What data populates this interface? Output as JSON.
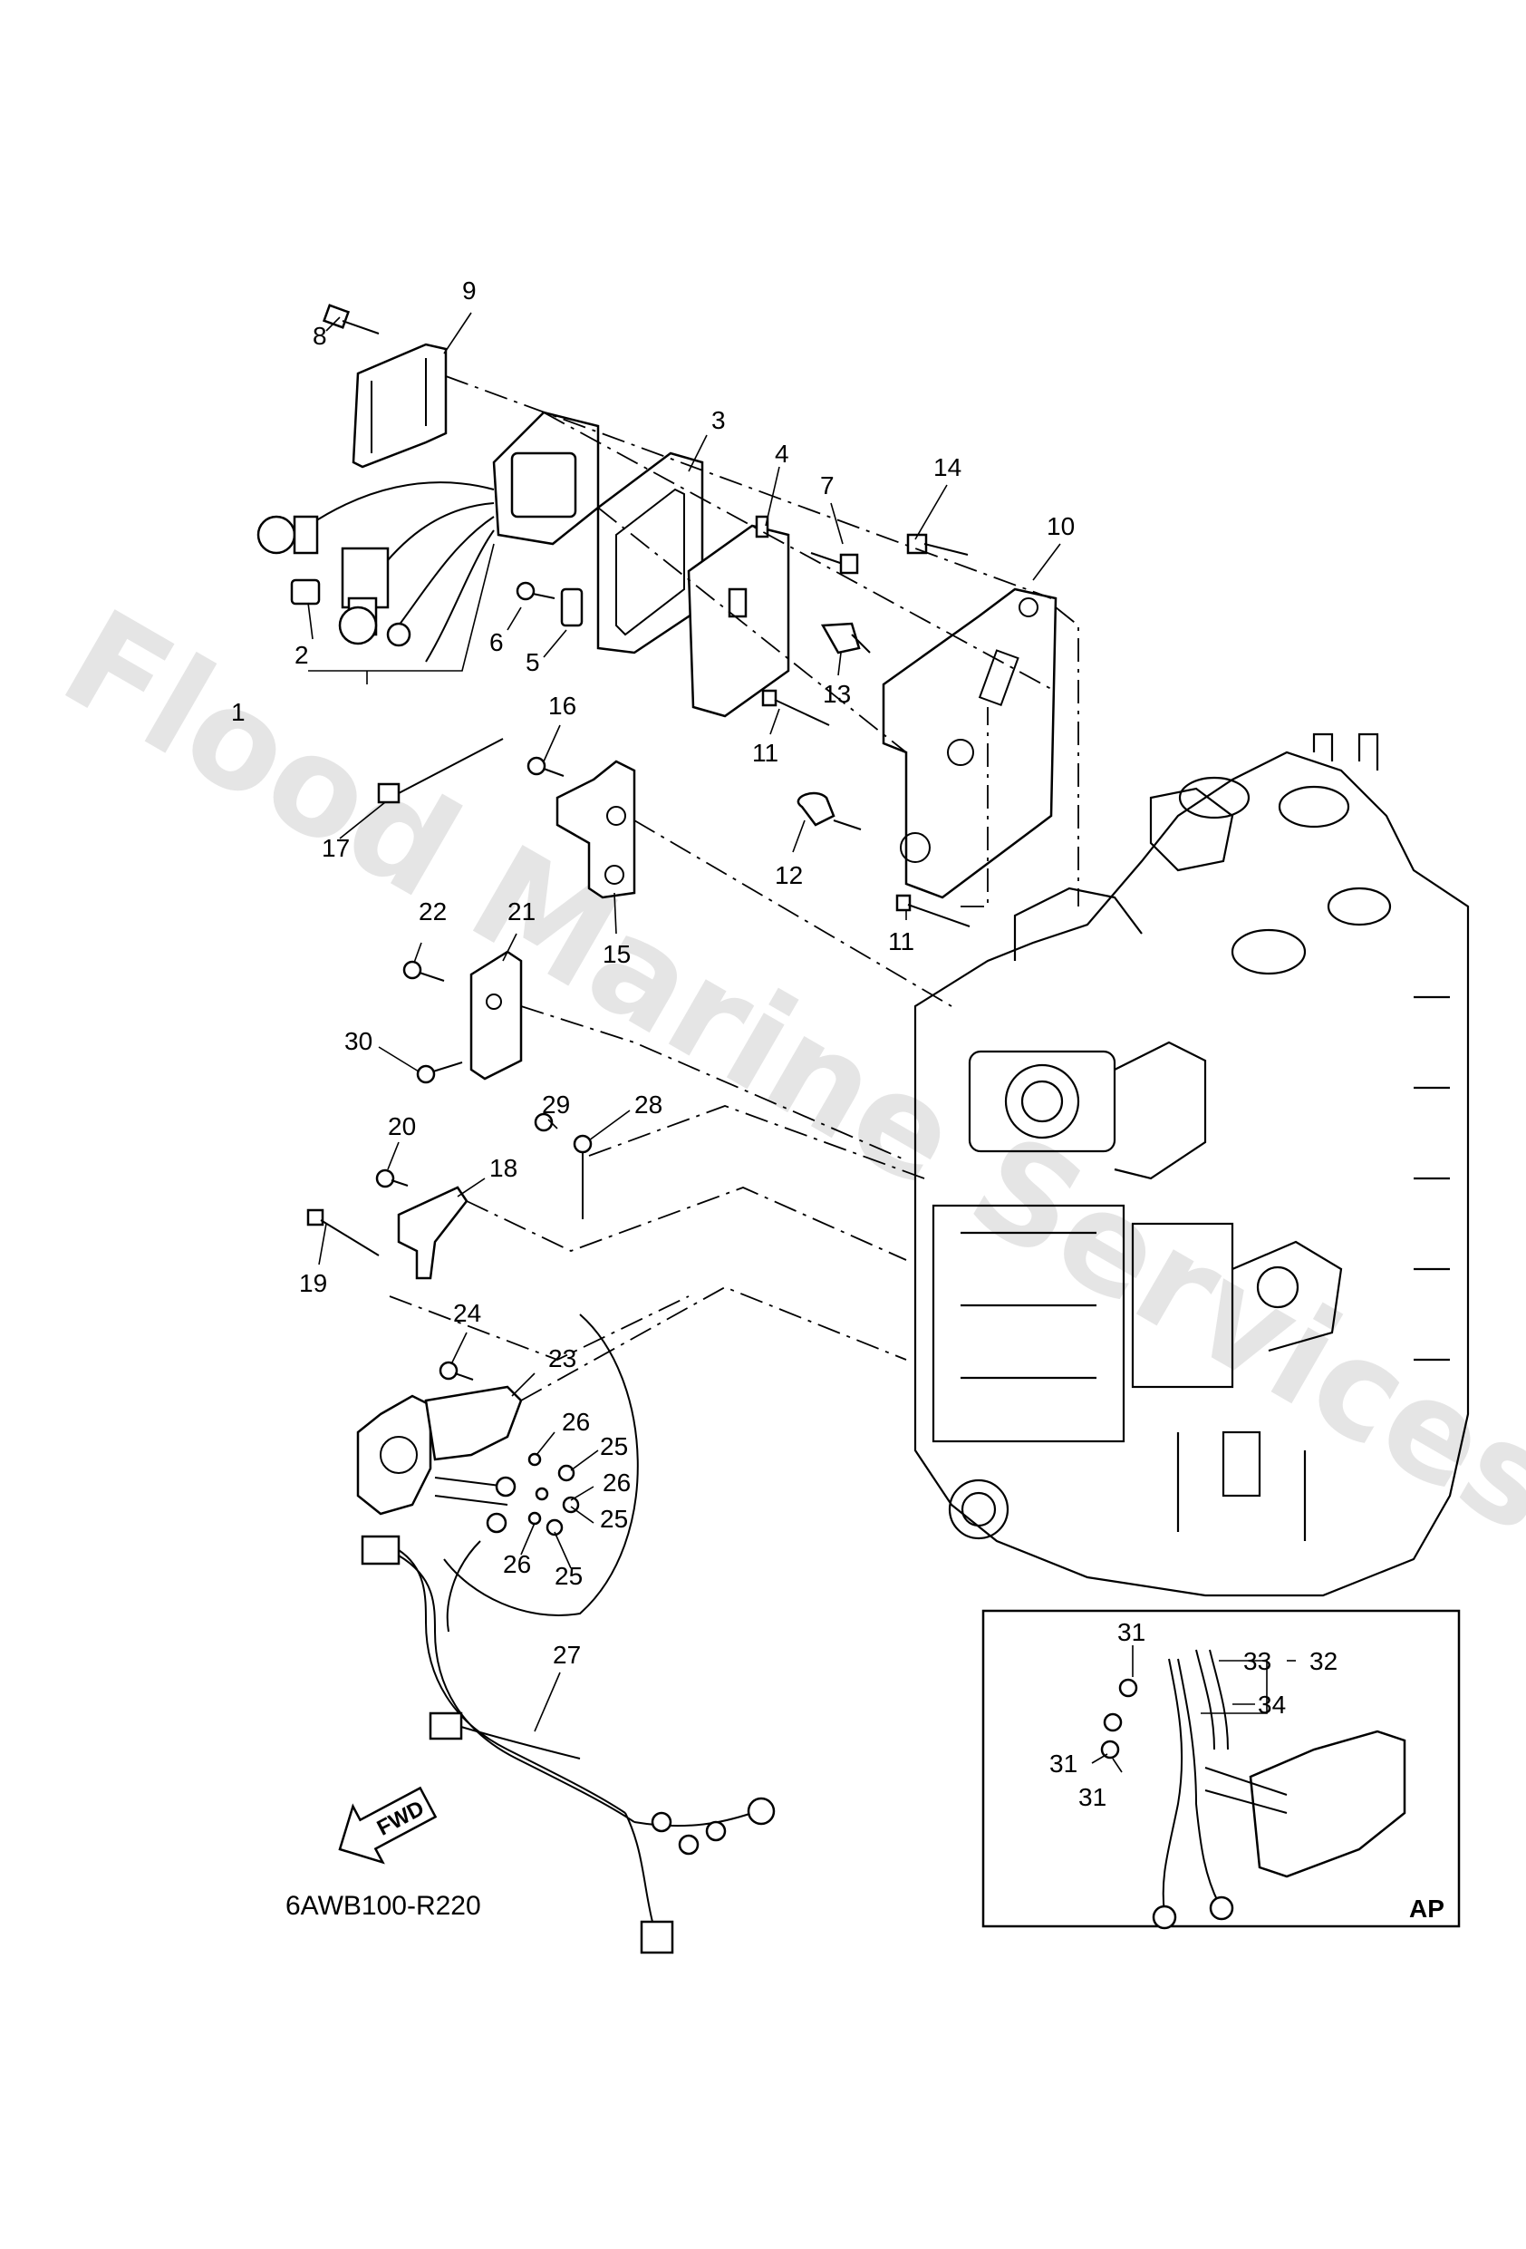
{
  "diagram": {
    "watermark": "Flood Marine Services",
    "drawing_code": "6AWB100-R220",
    "fwd_label": "FWD",
    "inset_label": "AP",
    "callouts": [
      "1",
      "2",
      "3",
      "4",
      "5",
      "6",
      "7",
      "8",
      "9",
      "10",
      "11",
      "11",
      "12",
      "13",
      "14",
      "15",
      "16",
      "17",
      "18",
      "19",
      "20",
      "21",
      "22",
      "23",
      "24",
      "25",
      "25",
      "25",
      "26",
      "26",
      "26",
      "27",
      "28",
      "29",
      "30",
      "31",
      "31",
      "31",
      "32",
      "33",
      "34"
    ]
  }
}
